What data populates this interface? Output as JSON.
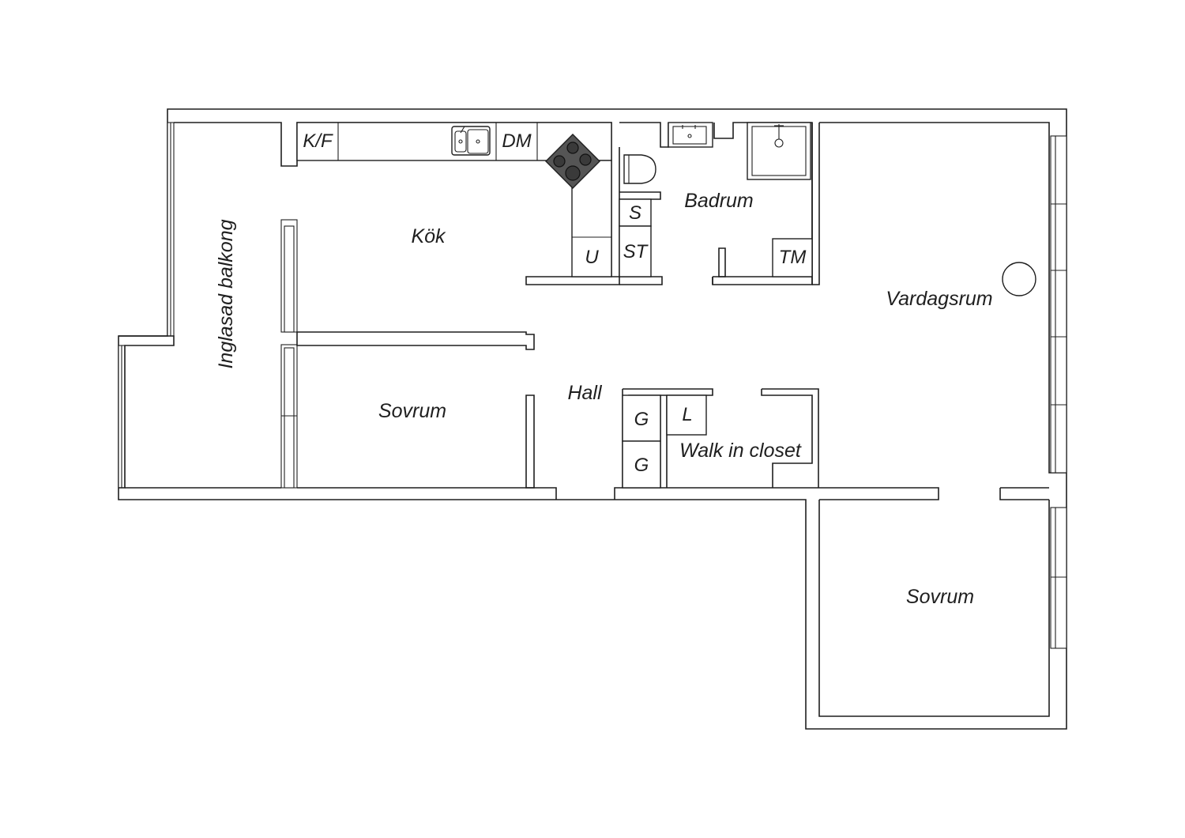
{
  "rooms": {
    "kitchen": "Kök",
    "balcony": "Inglasad balkong",
    "bathroom": "Badrum",
    "living_room": "Vardagsrum",
    "bedroom_left": "Sovrum",
    "hall": "Hall",
    "walk_in_closet": "Walk in closet",
    "bedroom_right": "Sovrum"
  },
  "fixtures": {
    "fridge_freezer": "K/F",
    "dishwasher": "DM",
    "oven": "U",
    "cabinet_s": "S",
    "cabinet_st": "ST",
    "washer_dryer": "TM",
    "wardrobe_1": "G",
    "wardrobe_2": "G",
    "linen_closet": "L"
  }
}
